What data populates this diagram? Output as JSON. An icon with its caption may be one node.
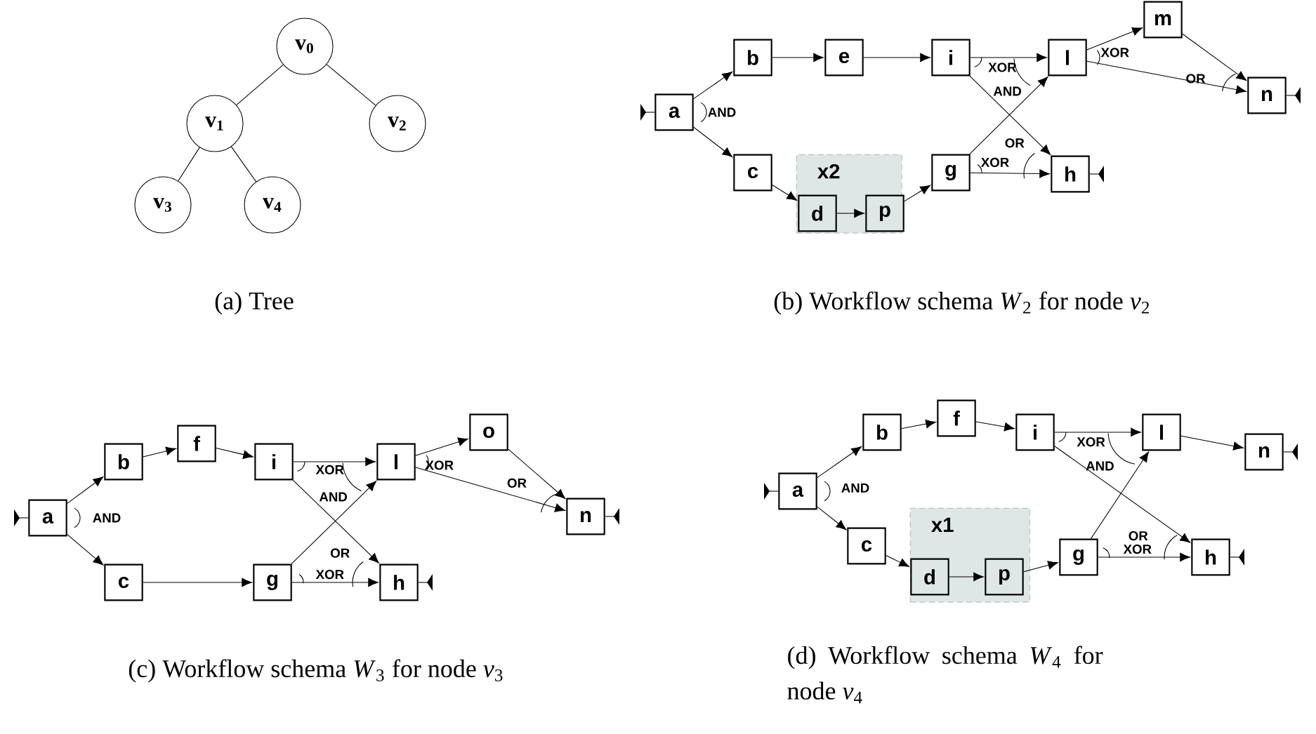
{
  "diagram": {
    "nodes": [
      {
        "text": [
          "v$_{0}$"
        ]
      },
      {
        "text": [
          "v$_{1}$"
        ]
      },
      {
        "text": [
          "v$_{2}$"
        ]
      },
      {
        "text": [
          "v$_{3}$"
        ]
      },
      {
        "text": [
          "v$_{4}$"
        ]
      },
      {
        "text": [
          "a"
        ],
        "beside": [
          "AND"
        ]
      },
      {
        "text": [
          "b"
        ]
      },
      {
        "text": [
          "e"
        ]
      },
      {
        "text": [
          "i"
        ],
        "beside": [
          "XOR"
        ]
      },
      {
        "text": [
          "l"
        ],
        "beside": [
          "AND",
          "XOR"
        ]
      },
      {
        "text": [
          "m"
        ]
      },
      {
        "text": [
          "n"
        ],
        "beside": [
          "OR"
        ]
      },
      {
        "text": [
          "c"
        ]
      },
      {
        "text": [
          "x2"
        ]
      },
      {
        "text": [
          "d"
        ],
        "in": 13
      },
      {
        "text": [
          "p"
        ],
        "in": 13
      },
      {
        "text": [
          "g"
        ],
        "beside": [
          "XOR"
        ]
      },
      {
        "text": [
          "h"
        ],
        "beside": [
          "OR"
        ]
      },
      {
        "text": [
          "a"
        ],
        "beside": [
          "AND"
        ]
      },
      {
        "text": [
          "b"
        ]
      },
      {
        "text": [
          "f"
        ]
      },
      {
        "text": [
          "i"
        ],
        "beside": [
          "XOR"
        ]
      },
      {
        "text": [
          "l"
        ],
        "beside": [
          "AND",
          "XOR"
        ]
      },
      {
        "text": [
          "o"
        ]
      },
      {
        "text": [
          "n"
        ],
        "beside": [
          "OR"
        ]
      },
      {
        "text": [
          "c"
        ]
      },
      {
        "text": [
          "g"
        ],
        "beside": [
          "XOR"
        ]
      },
      {
        "text": [
          "h"
        ],
        "beside": [
          "OR"
        ]
      },
      {
        "text": [
          "a"
        ],
        "beside": [
          "AND"
        ]
      },
      {
        "text": [
          "b"
        ]
      },
      {
        "text": [
          "f"
        ]
      },
      {
        "text": [
          "i"
        ],
        "beside": [
          "XOR"
        ]
      },
      {
        "text": [
          "l"
        ],
        "beside": [
          "AND"
        ]
      },
      {
        "text": [
          "n"
        ]
      },
      {
        "text": [
          "c"
        ]
      },
      {
        "text": [
          "x1"
        ]
      },
      {
        "text": [
          "d"
        ],
        "in": 35
      },
      {
        "text": [
          "p"
        ],
        "in": 35
      },
      {
        "text": [
          "g"
        ],
        "beside": [
          "XOR"
        ]
      },
      {
        "text": [
          "h"
        ],
        "beside": [
          "OR"
        ]
      }
    ],
    "edges": [
      {
        "from": 0,
        "to": 1,
        "arrow": "none"
      },
      {
        "from": 0,
        "to": 2,
        "arrow": "none"
      },
      {
        "from": 1,
        "to": 3,
        "arrow": "none"
      },
      {
        "from": 1,
        "to": 4,
        "arrow": "none"
      },
      {
        "from": 5,
        "to": 6,
        "arrow": "to"
      },
      {
        "from": 5,
        "to": 12,
        "arrow": "to"
      },
      {
        "from": 6,
        "to": 7,
        "arrow": "to"
      },
      {
        "from": 7,
        "to": 8,
        "arrow": "to"
      },
      {
        "from": 8,
        "to": 9,
        "arrow": "to"
      },
      {
        "from": 8,
        "to": 17,
        "arrow": "to"
      },
      {
        "from": 9,
        "to": 10,
        "arrow": "to"
      },
      {
        "from": 9,
        "to": 11,
        "arrow": "to"
      },
      {
        "from": 10,
        "to": 11,
        "arrow": "to"
      },
      {
        "from": 12,
        "to": 14,
        "arrow": "to"
      },
      {
        "from": 14,
        "to": 15,
        "arrow": "to"
      },
      {
        "from": 15,
        "to": 16,
        "arrow": "to"
      },
      {
        "from": 16,
        "to": 9,
        "arrow": "to"
      },
      {
        "from": 16,
        "to": 17,
        "arrow": "to"
      },
      {
        "from": 18,
        "to": 19,
        "arrow": "to"
      },
      {
        "from": 18,
        "to": 25,
        "arrow": "to"
      },
      {
        "from": 19,
        "to": 20,
        "arrow": "to"
      },
      {
        "from": 20,
        "to": 21,
        "arrow": "to"
      },
      {
        "from": 21,
        "to": 22,
        "arrow": "to"
      },
      {
        "from": 21,
        "to": 27,
        "arrow": "to"
      },
      {
        "from": 22,
        "to": 23,
        "arrow": "to"
      },
      {
        "from": 22,
        "to": 24,
        "arrow": "to"
      },
      {
        "from": 23,
        "to": 24,
        "arrow": "to"
      },
      {
        "from": 25,
        "to": 26,
        "arrow": "to"
      },
      {
        "from": 26,
        "to": 22,
        "arrow": "to"
      },
      {
        "from": 26,
        "to": 27,
        "arrow": "to"
      },
      {
        "from": 28,
        "to": 29,
        "arrow": "to"
      },
      {
        "from": 28,
        "to": 34,
        "arrow": "to"
      },
      {
        "from": 29,
        "to": 30,
        "arrow": "to"
      },
      {
        "from": 30,
        "to": 31,
        "arrow": "to"
      },
      {
        "from": 31,
        "to": 32,
        "arrow": "to"
      },
      {
        "from": 31,
        "to": 39,
        "arrow": "to"
      },
      {
        "from": 32,
        "to": 33,
        "arrow": "to"
      },
      {
        "from": 34,
        "to": 36,
        "arrow": "to"
      },
      {
        "from": 36,
        "to": 37,
        "arrow": "to"
      },
      {
        "from": 37,
        "to": 38,
        "arrow": "to"
      },
      {
        "from": 38,
        "to": 32,
        "arrow": "to"
      },
      {
        "from": 38,
        "to": 39,
        "arrow": "to"
      }
    ],
    "labels": [
      "(a) Tree",
      "(b) Workflow schema *W*$_{2}$ for node *v*$_{2}$",
      "(c) Workflow schema *W*$_{3}$ for node *v*$_{3}$",
      "(d) Workflow schema *W*$_{4}$ for node *v*$_{4}$"
    ]
  }
}
